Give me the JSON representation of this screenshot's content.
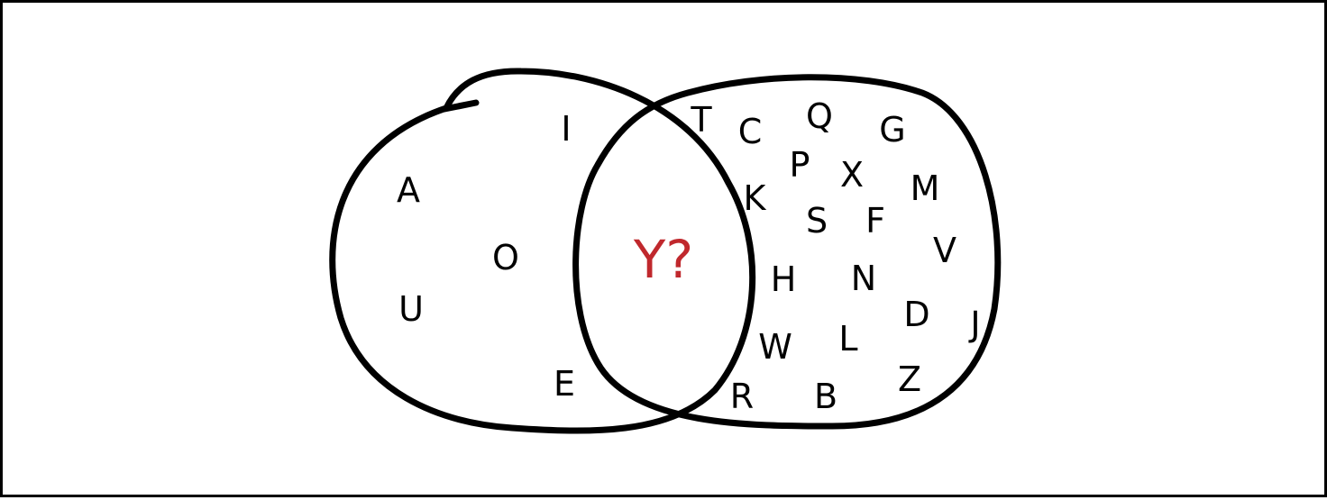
{
  "diagram": {
    "type": "venn",
    "stroke_color": "#000000",
    "letter_color": "#000000",
    "highlight_color": "#c0282d",
    "left_set": {
      "letters": [
        "I",
        "A",
        "O",
        "U",
        "E"
      ]
    },
    "right_set": {
      "letters": [
        "T",
        "C",
        "Q",
        "G",
        "P",
        "X",
        "K",
        "M",
        "S",
        "F",
        "V",
        "H",
        "N",
        "D",
        "J",
        "W",
        "L",
        "R",
        "B",
        "Z"
      ]
    },
    "intersection": {
      "label": "Y?"
    }
  }
}
